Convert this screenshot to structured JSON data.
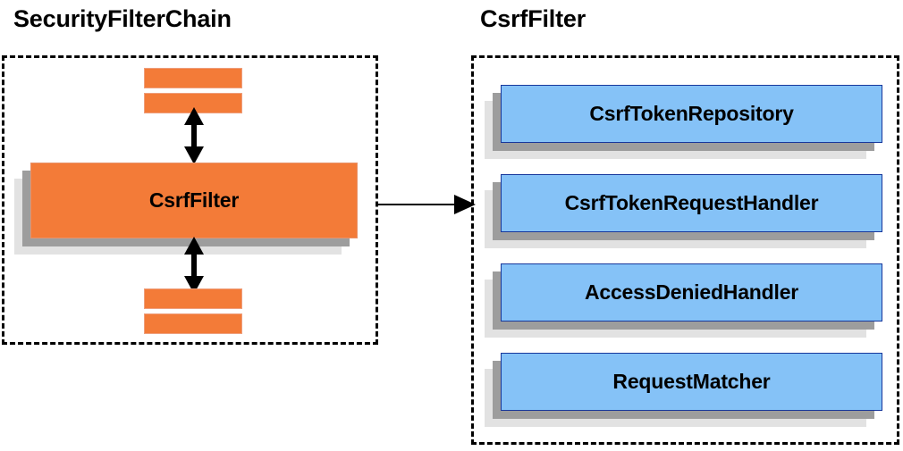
{
  "diagram": {
    "type": "component-relationship-diagram",
    "background_color": "#FFFFFF",
    "panels": [
      {
        "id": "security-filter-chain",
        "title": "SecurityFilterChain",
        "border_style": "dashed",
        "border_color": "#000000",
        "items_color": "#F37B38"
      },
      {
        "id": "csrf-filter",
        "title": "CsrfFilter",
        "border_style": "dashed",
        "border_color": "#000000",
        "items_color": "#85C2F7"
      }
    ]
  },
  "left_panel": {
    "title": "SecurityFilterChain",
    "highlighted_box": {
      "label": "CsrfFilter",
      "fill": "#F37B38",
      "border": "#E8926A"
    },
    "filters_above": [
      {
        "label": "",
        "fill": "#F37B38"
      },
      {
        "label": "",
        "fill": "#F37B38"
      }
    ],
    "filters_below": [
      {
        "label": "",
        "fill": "#F37B38"
      },
      {
        "label": "",
        "fill": "#F37B38"
      }
    ],
    "connectors": [
      {
        "name": "top-double-arrow",
        "direction": "bidirectional",
        "orientation": "vertical"
      },
      {
        "name": "bottom-double-arrow",
        "direction": "bidirectional",
        "orientation": "vertical"
      }
    ]
  },
  "right_panel": {
    "title": "CsrfFilter",
    "collaborators": [
      {
        "label": "CsrfTokenRepository",
        "fill": "#85C2F7",
        "border": "#17379B"
      },
      {
        "label": "CsrfTokenRequestHandler",
        "fill": "#85C2F7",
        "border": "#17379B"
      },
      {
        "label": "AccessDeniedHandler",
        "fill": "#85C2F7",
        "border": "#17379B"
      },
      {
        "label": "RequestMatcher",
        "fill": "#85C2F7",
        "border": "#17379B"
      }
    ]
  },
  "link": {
    "name": "expansion-arrow",
    "from": "SecurityFilterChain",
    "to": "CsrfFilter",
    "direction": "unidirectional",
    "orientation": "horizontal",
    "color": "#000000"
  },
  "colors": {
    "orange_fill": "#F37B38",
    "orange_border": "#E8926A",
    "blue_fill": "#85C2F7",
    "blue_border": "#17379B",
    "shadow_near": "#9D9D9D",
    "shadow_far": "#E2E2E2",
    "stroke": "#000000"
  }
}
